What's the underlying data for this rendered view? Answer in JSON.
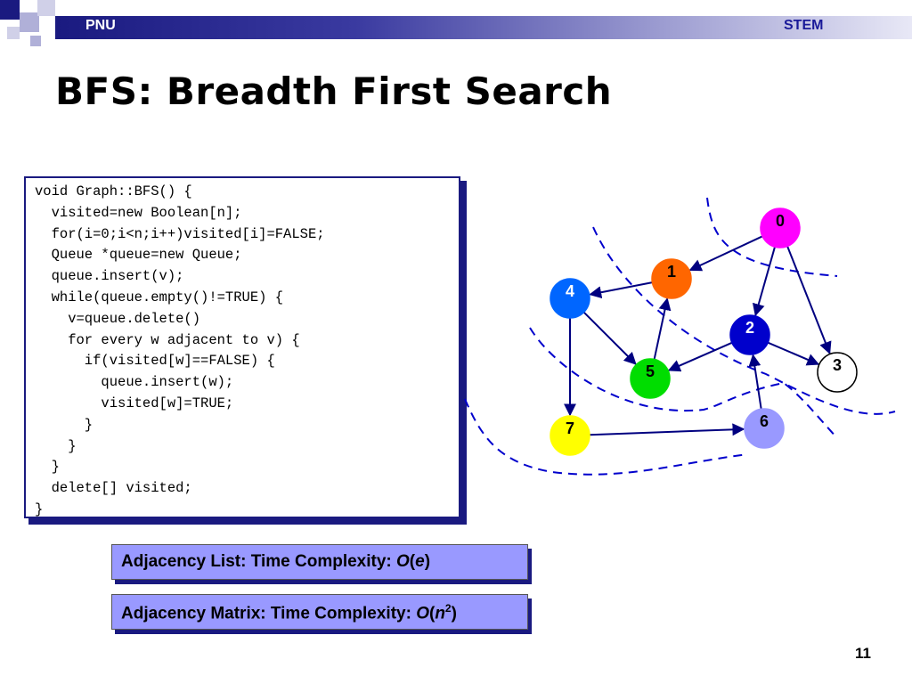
{
  "header": {
    "left_label": "PNU",
    "right_label": "STEM"
  },
  "title": "BFS: Breadth First Search",
  "code": [
    "void Graph::BFS() {",
    "  visited=new Boolean[n];",
    "  for(i=0;i<n;i++)visited[i]=FALSE;",
    "  Queue *queue=new Queue;",
    "  queue.insert(v);",
    "  while(queue.empty()!=TRUE) {",
    "    v=queue.delete()",
    "    for every w adjacent to v) {",
    "      if(visited[w]==FALSE) {",
    "        queue.insert(w);",
    "        visited[w]=TRUE;",
    "      }",
    "    }",
    "  }",
    "  delete[] visited;",
    "}"
  ],
  "complexity": {
    "list": {
      "prefix": "Adjacency List: Time Complexity: ",
      "big_o": "O",
      "open": "(",
      "var": "e",
      "close": ")"
    },
    "matrix": {
      "prefix": "Adjacency Matrix: Time Complexity: ",
      "big_o": "O",
      "open": "(",
      "var": "n",
      "exp": "2",
      "close": ")"
    }
  },
  "graph": {
    "nodes": [
      {
        "id": "0",
        "label": "0",
        "color": "#ff00ff",
        "text_color": "#000000"
      },
      {
        "id": "1",
        "label": "1",
        "color": "#ff6600",
        "text_color": "#000000"
      },
      {
        "id": "2",
        "label": "2",
        "color": "#0000cc",
        "text_color": "#ffffff"
      },
      {
        "id": "3",
        "label": "3",
        "color": "#ffffff",
        "text_color": "#000000"
      },
      {
        "id": "4",
        "label": "4",
        "color": "#0066ff",
        "text_color": "#ffffff"
      },
      {
        "id": "5",
        "label": "5",
        "color": "#00dd00",
        "text_color": "#000000"
      },
      {
        "id": "6",
        "label": "6",
        "color": "#9999ff",
        "text_color": "#000000"
      },
      {
        "id": "7",
        "label": "7",
        "color": "#ffff00",
        "text_color": "#000000"
      }
    ],
    "edges": [
      [
        "0",
        "1"
      ],
      [
        "0",
        "2"
      ],
      [
        "0",
        "3"
      ],
      [
        "1",
        "4"
      ],
      [
        "5",
        "1"
      ],
      [
        "4",
        "5"
      ],
      [
        "4",
        "7"
      ],
      [
        "2",
        "5"
      ],
      [
        "2",
        "3"
      ],
      [
        "6",
        "2"
      ],
      [
        "7",
        "6"
      ]
    ],
    "edge_color": "#000080",
    "level_line_color": "#0000cc"
  },
  "page_number": "11"
}
